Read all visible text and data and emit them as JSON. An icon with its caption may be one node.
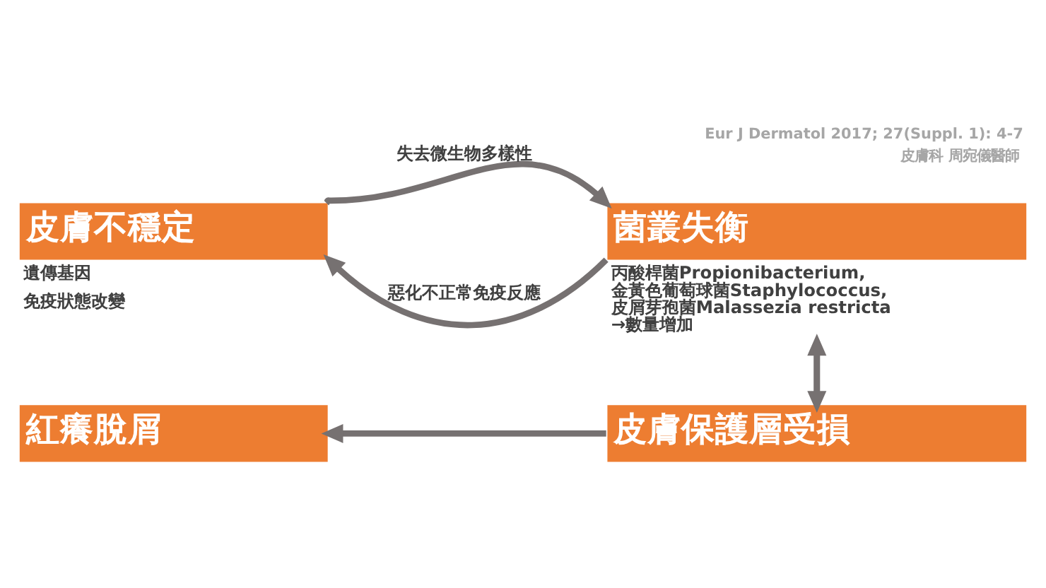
{
  "diagram": {
    "nodes": [
      {
        "text": [
          "皮膚不穩定"
        ],
        "beside": [
          "遺傳基因",
          "免疫狀態改變"
        ]
      },
      {
        "text": [
          "菌叢失衡"
        ],
        "beside": [
          "丙酸桿菌Propionibacterium, 金黃色葡萄球菌Staphylococcus, 皮屑芽孢菌Malassezia restricta →數量增加"
        ]
      },
      {
        "text": [
          "紅癢脫屑"
        ]
      },
      {
        "text": [
          "皮膚保護層受損"
        ]
      }
    ],
    "edges": [
      {
        "from": 0,
        "to": 1,
        "arrow": "to",
        "label": "失去微生物多樣性"
      },
      {
        "from": 1,
        "to": 0,
        "arrow": "to",
        "label": "惡化不正常免疫反應"
      },
      {
        "from": 1,
        "to": 3,
        "arrow": "to"
      },
      {
        "from": 3,
        "to": 1,
        "arrow": "to"
      },
      {
        "from": 3,
        "to": 2,
        "arrow": "to"
      }
    ],
    "labels": [
      "Eur J Dermatol 2017; 27(Suppl. 1): 4-7",
      "皮膚科 周宛儀醫師"
    ]
  }
}
